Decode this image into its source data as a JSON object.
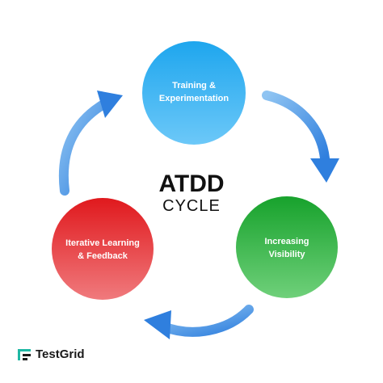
{
  "diagram": {
    "title": "ATDD",
    "subtitle": "CYCLE",
    "nodes": [
      {
        "id": "top",
        "line1": "Training &",
        "line2": "Experimentation",
        "color_top": "#1ea6ee",
        "color_bottom": "#6cc8f8"
      },
      {
        "id": "right",
        "line1": "Increasing",
        "line2": "Visibility",
        "color_top": "#17a22c",
        "color_bottom": "#6fd07a"
      },
      {
        "id": "left",
        "line1": "Iterative Learning",
        "line2": "& Feedback",
        "color_top": "#e0191d",
        "color_bottom": "#f07a7d"
      }
    ],
    "arrow_color": "#2f7fde"
  },
  "brand": {
    "name": "TestGrid",
    "logo_icon": "testgrid-logo-icon",
    "logo_color": "#1fb8a4"
  }
}
